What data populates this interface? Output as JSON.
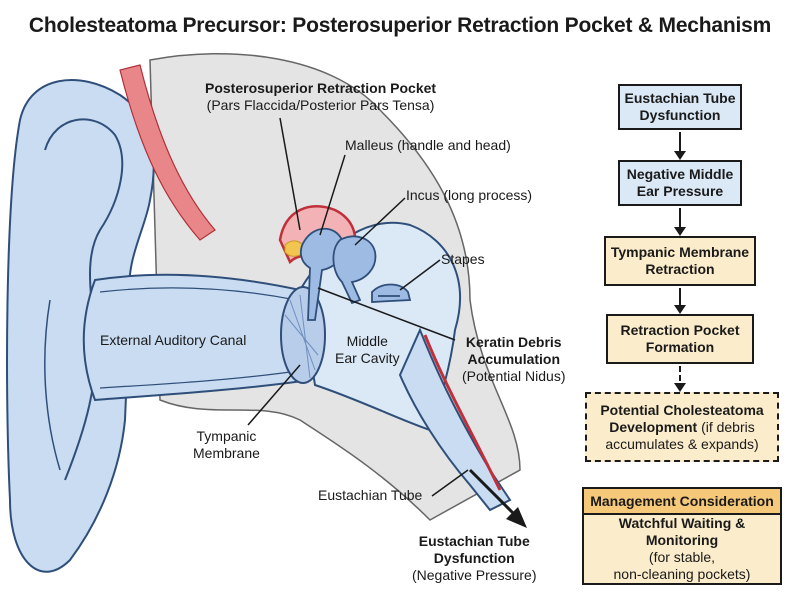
{
  "title": "Cholesteatoma Precursor: Posterosuperior Retraction Pocket & Mechanism",
  "labels": {
    "pocket_title": "Posterosuperior Retraction Pocket",
    "pocket_sub": "(Pars Flaccida/Posterior Pars Tensa)",
    "malleus": "Malleus (handle and head)",
    "incus": "Incus (long process)",
    "stapes": "Stapes",
    "eac": "External Auditory Canal",
    "middle_ear_1": "Middle",
    "middle_ear_2": "Ear Cavity",
    "keratin_1": "Keratin Debris",
    "keratin_2": "Accumulation",
    "keratin_sub": "(Potential Nidus)",
    "tympanic_1": "Tympanic",
    "tympanic_2": "Membrane",
    "eustachian_tube": "Eustachian Tube",
    "etd_1": "Eustachian Tube",
    "etd_2": "Dysfunction",
    "etd_sub": "(Negative Pressure)"
  },
  "flow": {
    "step1_a": "Eustachian Tube",
    "step1_b": "Dysfunction",
    "step2_a": "Negative Middle",
    "step2_b": "Ear Pressure",
    "step3_a": "Tympanic Membrane",
    "step3_b": "Retraction",
    "step4_a": "Retraction Pocket",
    "step4_b": "Formation",
    "step5_a": "Potential Cholesteatoma",
    "step5_b": "Development",
    "step5_c": "(if debris",
    "step5_d": "accumulates & expands)"
  },
  "management": {
    "heading": "Management Consideration",
    "line1": "Watchful Waiting &",
    "line2_bold": "Monitoring",
    "line2_rest": "(for stable,",
    "line3": "non-cleaning pockets)"
  },
  "colors": {
    "blue_box": "#dbe8f6",
    "tan_box": "#fbeccb",
    "mgmt_header": "#f6c87a",
    "tissue_blue": "#c9dcf2",
    "mucosa_red": "#e8868a",
    "bone_grey": "#e4e4e4"
  }
}
